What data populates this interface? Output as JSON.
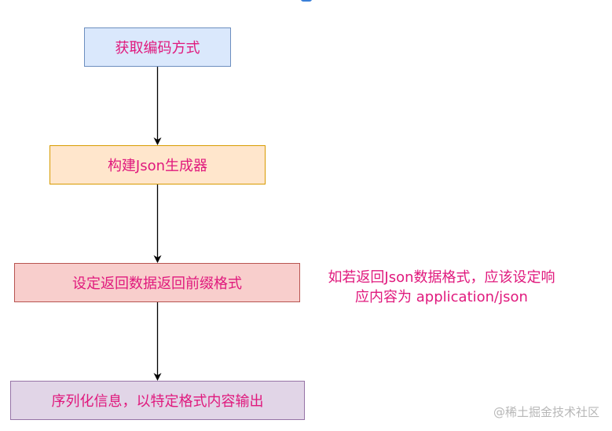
{
  "diagram": {
    "steps": [
      {
        "label": "获取编码方式",
        "fill": "#dae8fc",
        "stroke": "#6c8ebf"
      },
      {
        "label": "构建Json生成器",
        "fill": "#ffe6cc",
        "stroke": "#d79b00"
      },
      {
        "label": "设定返回数据返回前缀格式",
        "fill": "#f8cecc",
        "stroke": "#b85450"
      },
      {
        "label": "序列化信息，以特定格式内容输出",
        "fill": "#e1d5e7",
        "stroke": "#9673a6"
      }
    ],
    "note": {
      "line1": "如若返回Json数据格式，应该设定响",
      "line2": "应内容为 application/json"
    },
    "text_color": "#e0197d",
    "arrow_color": "#000000"
  },
  "watermark": "@稀土掘金技术社区"
}
